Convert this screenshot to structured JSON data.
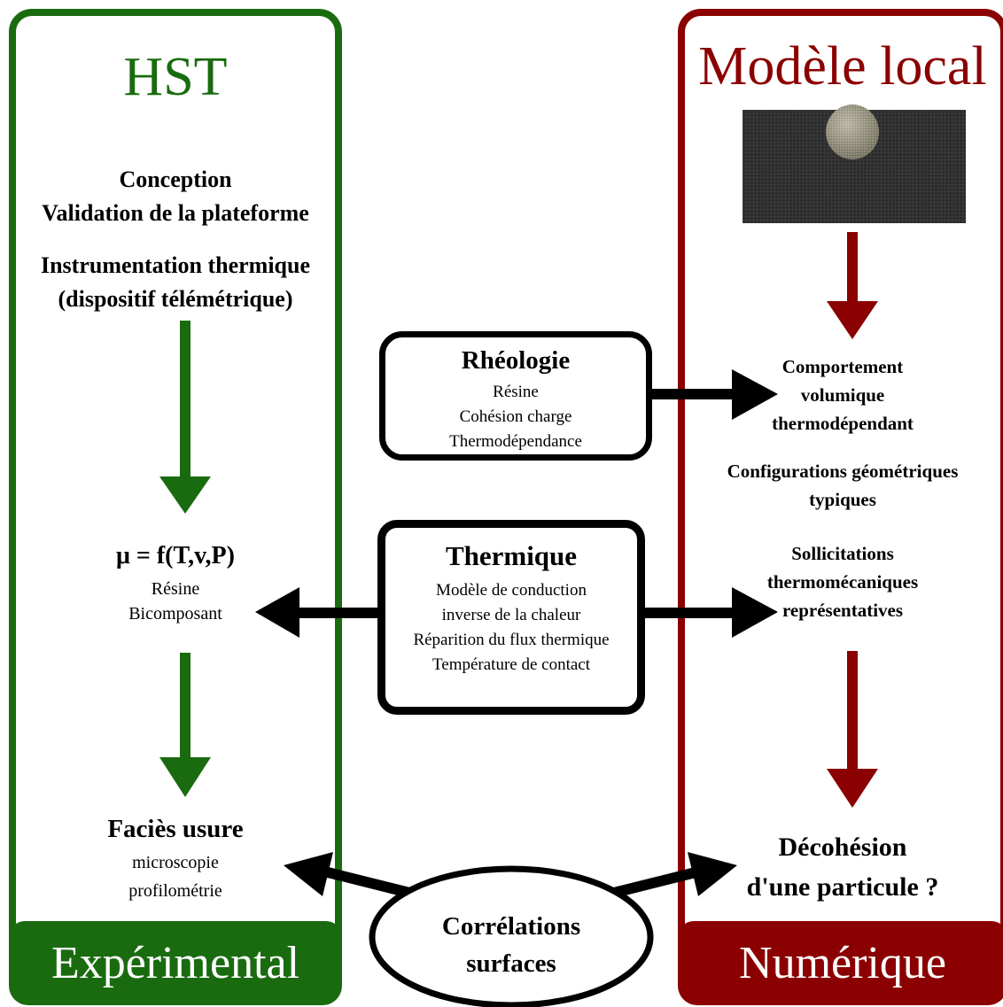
{
  "left_panel": {
    "title": "HST",
    "footer": "Expérimental",
    "conception": "Conception",
    "validation": "Validation de la plateforme",
    "instrumentation_line1": "Instrumentation thermique",
    "instrumentation_line2": "(dispositif télémétrique)",
    "mu_formula": "μ = f(T,v,P)",
    "mu_sub1": "Résine",
    "mu_sub2": "Bicomposant",
    "facies_title": "Faciès usure",
    "facies_sub1": "microscopie",
    "facies_sub2": "profilométrie"
  },
  "right_panel": {
    "title": "Modèle local",
    "footer": "Numérique",
    "comportement_line1": "Comportement",
    "comportement_line2": "volumique",
    "comportement_line3": "thermodépendant",
    "configurations_line1": "Configurations géométriques",
    "configurations_line2": "typiques",
    "sollicitations_line1": "Sollicitations",
    "sollicitations_line2": "thermomécaniques",
    "sollicitations_line3": "représentatives",
    "decohesion_line1": "Décohésion",
    "decohesion_line2": "d'une particule ?"
  },
  "rheologie_box": {
    "title": "Rhéologie",
    "line1": "Résine",
    "line2": "Cohésion charge",
    "line3": "Thermodépendance"
  },
  "thermique_box": {
    "title": "Thermique",
    "line1": "Modèle de conduction",
    "line2": "inverse de la chaleur",
    "line3": "Réparition du flux thermique",
    "line4": "Température de contact"
  },
  "correlations": {
    "line1": "Corrélations",
    "line2": "surfaces"
  },
  "colors": {
    "green": "#1a6b10",
    "red": "#8b0000",
    "black": "#000000"
  }
}
